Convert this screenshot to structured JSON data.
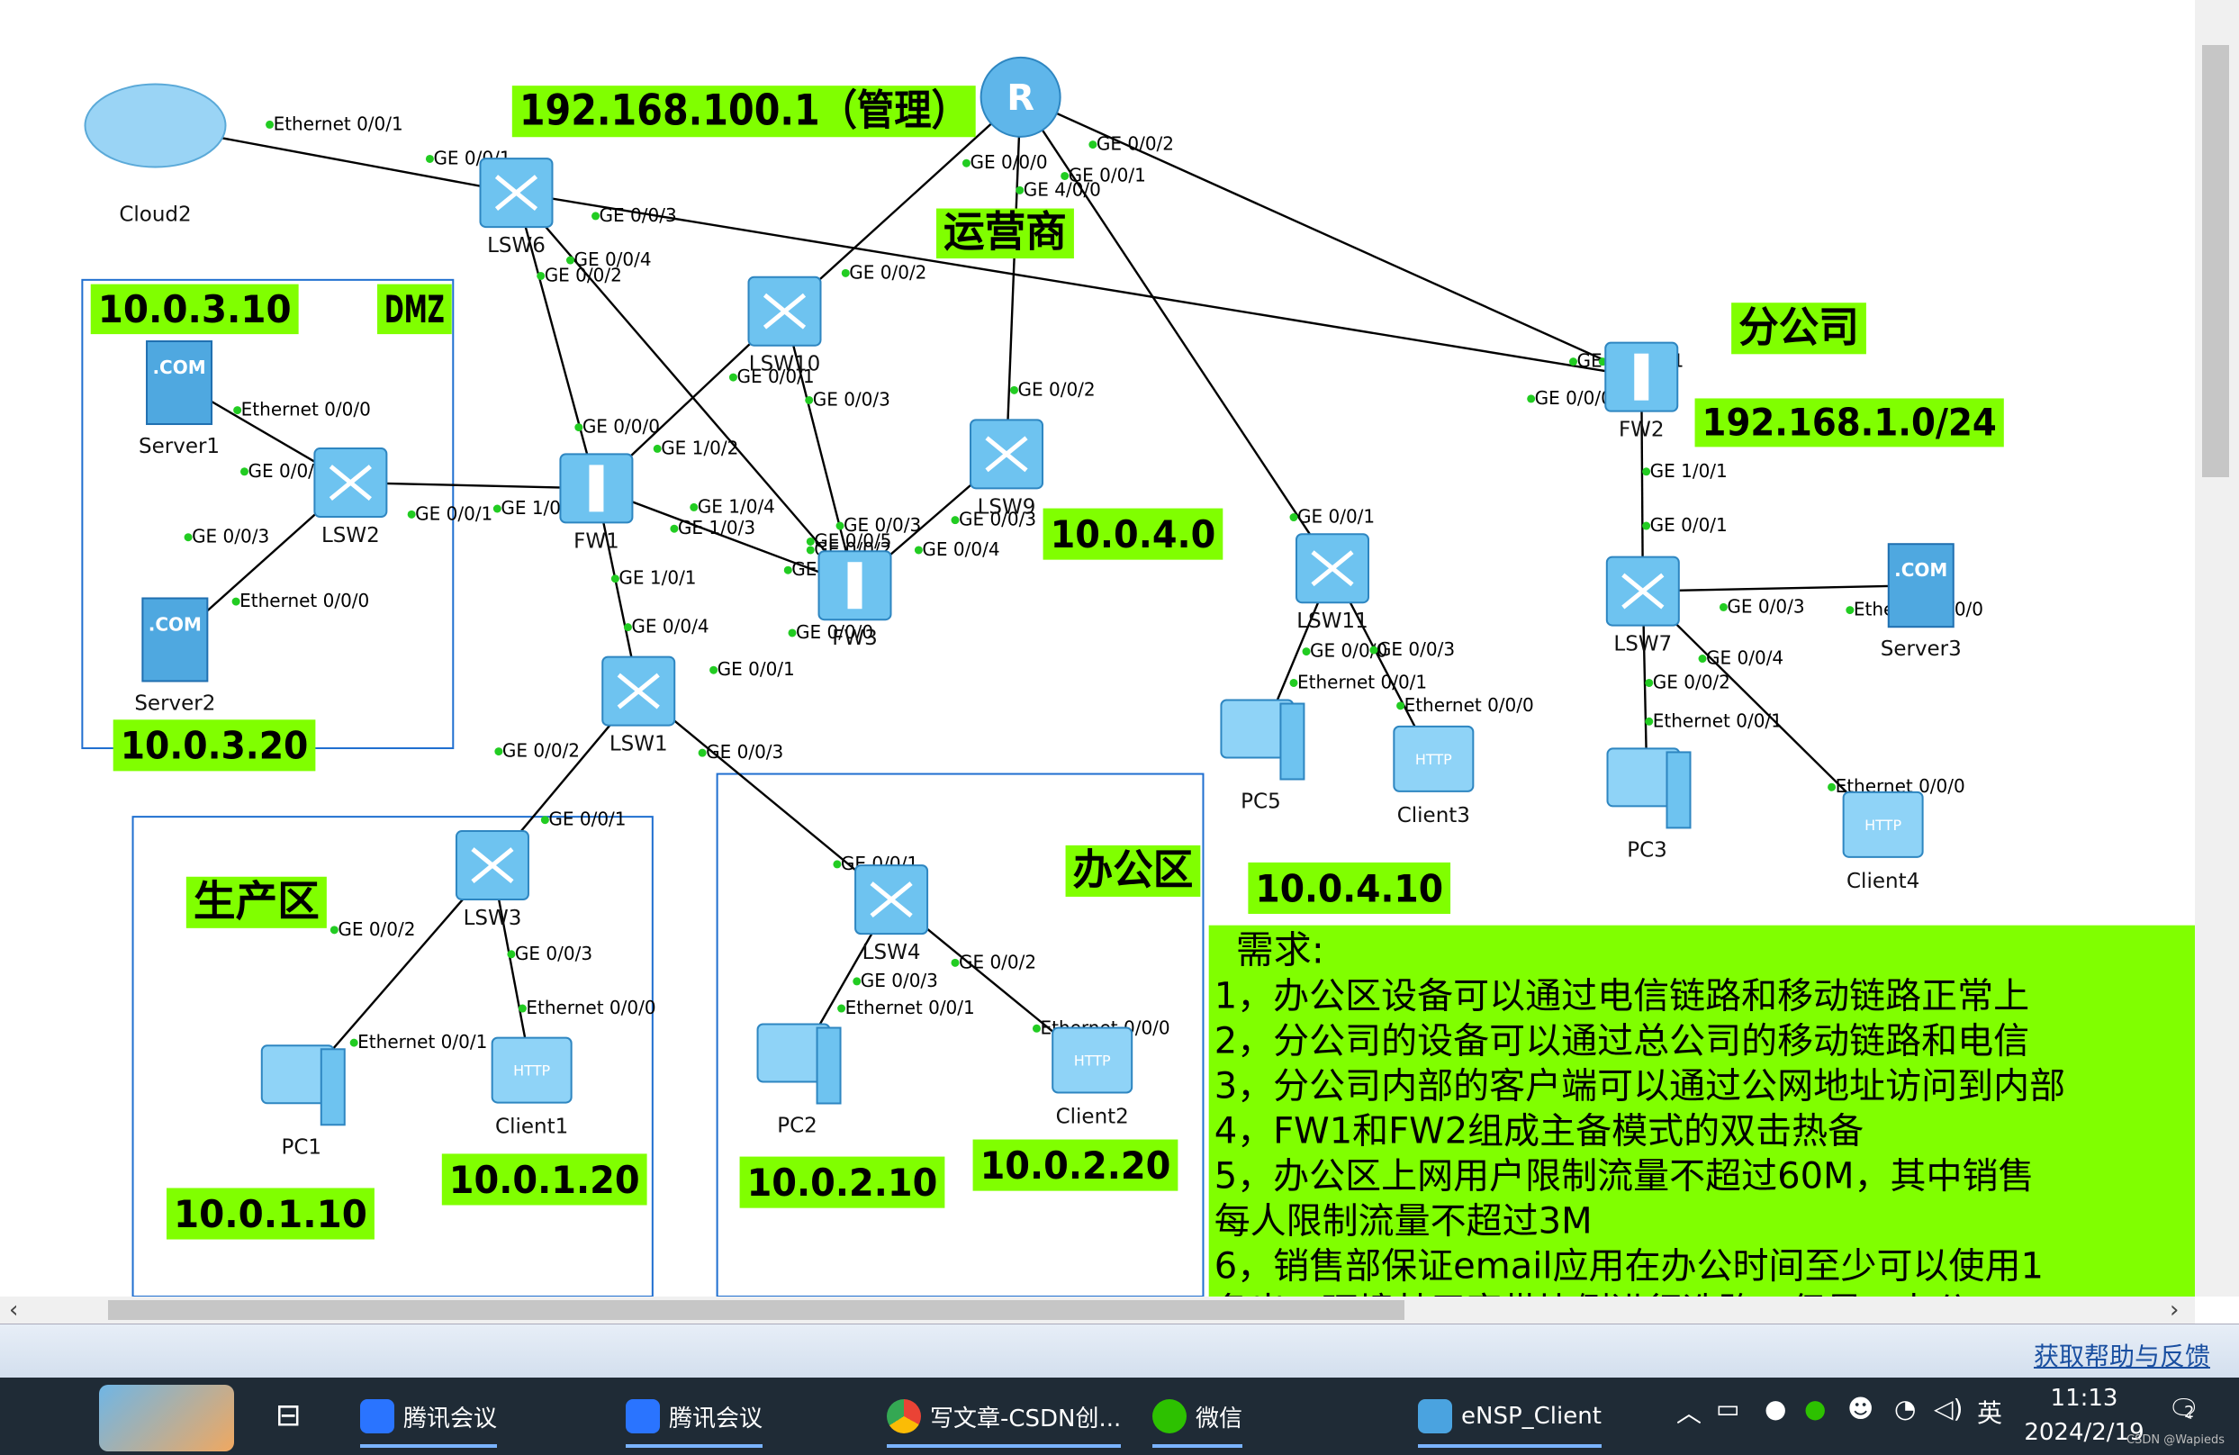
{
  "topology": {
    "devices": [
      {
        "id": "cloud2",
        "label": "Cloud2",
        "kind": "cloud"
      },
      {
        "id": "router",
        "label": "R",
        "kind": "router"
      },
      {
        "id": "lsw6",
        "label": "LSW6",
        "kind": "switch"
      },
      {
        "id": "lsw10",
        "label": "LSW10",
        "kind": "switch"
      },
      {
        "id": "lsw9",
        "label": "LSW9",
        "kind": "switch"
      },
      {
        "id": "fw1",
        "label": "FW1",
        "kind": "firewall"
      },
      {
        "id": "fw3",
        "label": "FW3",
        "kind": "firewall"
      },
      {
        "id": "fw2",
        "label": "FW2",
        "kind": "firewall"
      },
      {
        "id": "lsw2",
        "label": "LSW2",
        "kind": "switch"
      },
      {
        "id": "lsw1",
        "label": "LSW1",
        "kind": "switch"
      },
      {
        "id": "lsw3",
        "label": "LSW3",
        "kind": "switch"
      },
      {
        "id": "lsw4",
        "label": "LSW4",
        "kind": "switch"
      },
      {
        "id": "lsw11",
        "label": "LSW11",
        "kind": "switch"
      },
      {
        "id": "lsw7",
        "label": "LSW7",
        "kind": "switch"
      },
      {
        "id": "server1",
        "label": "Server1",
        "kind": "server"
      },
      {
        "id": "server2",
        "label": "Server2",
        "kind": "server"
      },
      {
        "id": "server3",
        "label": "Server3",
        "kind": "server"
      },
      {
        "id": "pc1",
        "label": "PC1",
        "kind": "pc"
      },
      {
        "id": "pc2",
        "label": "PC2",
        "kind": "pc"
      },
      {
        "id": "pc3",
        "label": "PC3",
        "kind": "pc"
      },
      {
        "id": "pc5",
        "label": "PC5",
        "kind": "pc"
      },
      {
        "id": "client1",
        "label": "Client1",
        "kind": "client"
      },
      {
        "id": "client2",
        "label": "Client2",
        "kind": "client"
      },
      {
        "id": "client3",
        "label": "Client3",
        "kind": "client"
      },
      {
        "id": "client4",
        "label": "Client4",
        "kind": "client"
      }
    ],
    "port_labels": [
      "Ethernet 0/0/1",
      "GE 0/0/1",
      "GE 0/0/3",
      "GE 0/0/4",
      "GE 0/0/2",
      "GE 0/0/0",
      "GE 0/0/1",
      "GE 4/0/0",
      "GE 0/0/2",
      "GE 0/0/2",
      "GE 0/0/1",
      "GE 0/0/3",
      "GE 0/0/2",
      "GE 0/0/0",
      "GE 1/0/2",
      "GE 1/0/4",
      "GE 1/0/3",
      "GE 0/0/3",
      "GE 0/0/5",
      "GE 0/0/2",
      "GE 0/0/1",
      "GE 0/0/0",
      "GE 0/0/4",
      "Ethernet 0/0/0",
      "GE 0/0/2",
      "GE 0/0/1",
      "GE 1/0/0",
      "GE 0/0/3",
      "Ethernet 0/0/0",
      "GE 1/0/1",
      "GE 0/0/4",
      "GE 0/0/1",
      "GE 0/0/2",
      "GE 0/0/3",
      "GE 0/0/1",
      "GE 0/0/2",
      "GE 0/0/3",
      "Ethernet 0/0/1",
      "Ethernet 0/0/0",
      "GE 0/0/1",
      "GE 0/0/3",
      "GE 0/0/2",
      "Ethernet 0/0/1",
      "Ethernet 0/0/0",
      "GE 1/0/0",
      "GE 0/0/0",
      "GE 1/0/1",
      "GE 0/0/1",
      "GE 0/0/3",
      "Ethernet 0/0/0",
      "GE 0/0/4",
      "GE 0/0/2",
      "Ethernet 0/0/1",
      "Ethernet 0/0/0",
      "GE 0/0/1",
      "GE 0/0/0",
      "GE 0/0/3",
      "Ethernet 0/0/1",
      "Ethernet 0/0/0",
      "GE 0/0/3",
      "GE 0/0/1"
    ],
    "tags": [
      "192.168.100.1（管理）",
      "运营商",
      "10.0.3.10",
      "DMZ",
      "10.0.3.20",
      "分公司",
      "192.168.1.0/24",
      "10.0.4.0",
      "10.0.4.10",
      "生产区",
      "10.0.1.10",
      "10.0.1.20",
      "办公区",
      "10.0.2.10",
      "10.0.2.20"
    ],
    "requirements": {
      "heading": "需求:",
      "items": [
        "1，办公区设备可以通过电信链路和移动链路正常上",
        "2，分公司的设备可以通过总公司的移动链路和电信",
        "3，分公司内部的客户端可以通过公网地址访问到内部",
        "4，FW1和FW2组成主备模式的双击热备",
        "5，办公区上网用户限制流量不超过60M，其中销售",
        "每人限制流量不超过3M",
        "6，销售部保证email应用在办公时间至少可以使用1",
        "   备出口环境基于宽带比例进行选路，但是，办公"
      ]
    },
    "colors": {
      "tag_bg": "#80ff00",
      "link": "#000000",
      "port_dot": "#22cc22",
      "zone_border": "#1f6fd0"
    }
  },
  "statusbar": {
    "help_link": "获取帮助与反馈"
  },
  "taskbar": {
    "items": [
      {
        "label": "腾讯会议",
        "icon": "tencent-meeting-icon"
      },
      {
        "label": "腾讯会议",
        "icon": "tencent-meeting-icon"
      },
      {
        "label": "写文章-CSDN创...",
        "icon": "chrome-icon"
      },
      {
        "label": "微信",
        "icon": "wechat-icon"
      },
      {
        "label": "eNSP_Client",
        "icon": "ensp-icon"
      }
    ],
    "ime": "英",
    "time": "11:13",
    "date": "2024/2/19",
    "notification_count": "2",
    "watermark": "CSDN @Wapieds"
  }
}
